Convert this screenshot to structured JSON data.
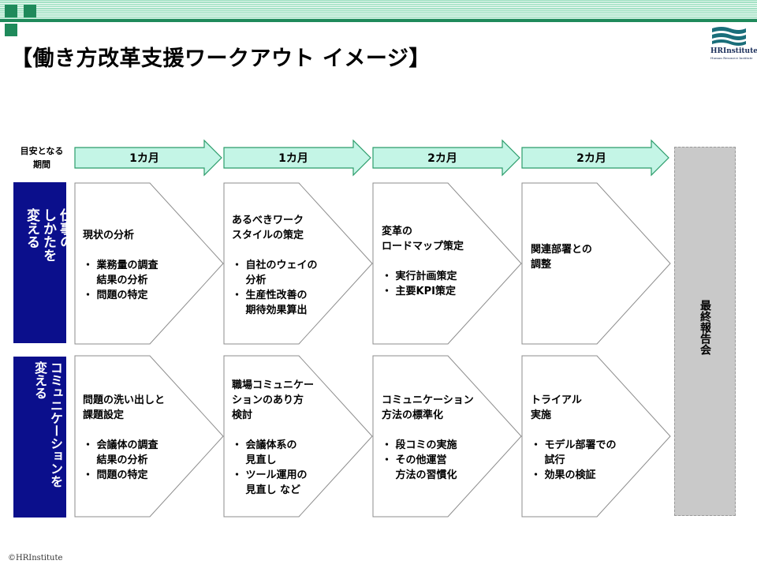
{
  "title": "【働き方改革支援ワークアウト イメージ】",
  "logo": {
    "name": "HRInstitute",
    "sub": "Human Resource Institute"
  },
  "period_label": "目安となる\n期間",
  "periods": [
    "1カ月",
    "1カ月",
    "2カ月",
    "2カ月"
  ],
  "rows": [
    {
      "header": "仕事の\nしかたを\n変える"
    },
    {
      "header": "コミュニケーションを\n変える"
    }
  ],
  "cells": [
    [
      "現状の分析\n\n・ 業務量の調査\n　 結果の分析\n・ 問題の特定",
      "あるべきワーク\nスタイルの策定\n\n・ 自社のウェイの\n　 分析\n・ 生産性改善の\n　 期待効果算出",
      "変革の\nロードマップ策定\n\n・ 実行計画策定\n・ 主要KPI策定",
      "関連部署との\n調整"
    ],
    [
      "問題の洗い出しと\n課題設定\n\n・ 会議体の調査\n　 結果の分析\n・ 問題の特定",
      "職場コミュニケー\nションのあり方\n検討\n\n・ 会議体系の\n　 見直し\n・ ツール運用の\n　 見直し など",
      "コミュニケーション\n方法の標準化\n\n・ 段コミの実施\n・ その他運営\n　 方法の習慣化",
      "トライアル\n実施\n\n・ モデル部署での\n　 試行\n・ 効果の検証"
    ]
  ],
  "final": "最終報告会",
  "copyright": "©HRInstitute",
  "colors": {
    "green": "#1f8a5b",
    "stripe": "#7fd6ae",
    "arrow_fill": "#c4f5e6",
    "arrow_stroke": "#2b9c6a",
    "navy": "#0b0f8c",
    "final_bg": "#c9c9c9"
  }
}
